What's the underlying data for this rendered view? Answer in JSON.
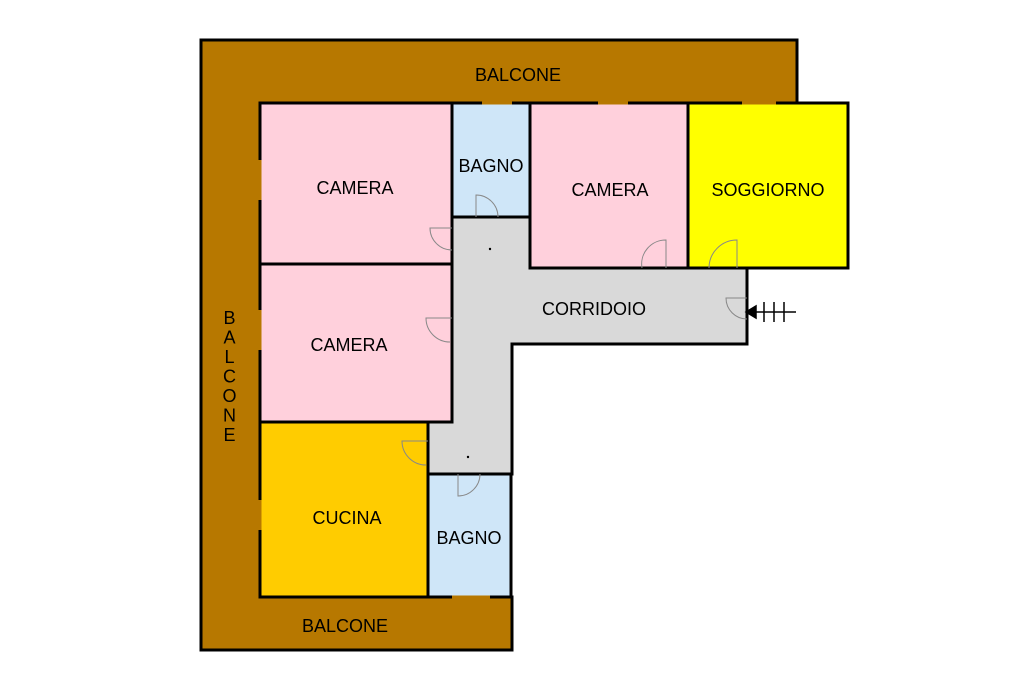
{
  "plan": {
    "rooms": {
      "balcone_top": "BALCONE",
      "balcone_left": "BALCONE",
      "balcone_bottom": "BALCONE",
      "camera_1": "CAMERA",
      "bagno_top": "BAGNO",
      "camera_2": "CAMERA",
      "soggiorno": "SOGGIORNO",
      "camera_3": "CAMERA",
      "corridoio": "CORRIDOIO",
      "cucina": "CUCINA",
      "bagno_bottom": "BAGNO"
    },
    "colors": {
      "balcone": "#b77800",
      "camera": "#ffd0dc",
      "bagno": "#cfe6f8",
      "soggiorno": "#ffff00",
      "cucina": "#ffcc00",
      "corridoio": "#d9d9d9",
      "wall": "#000000"
    }
  }
}
